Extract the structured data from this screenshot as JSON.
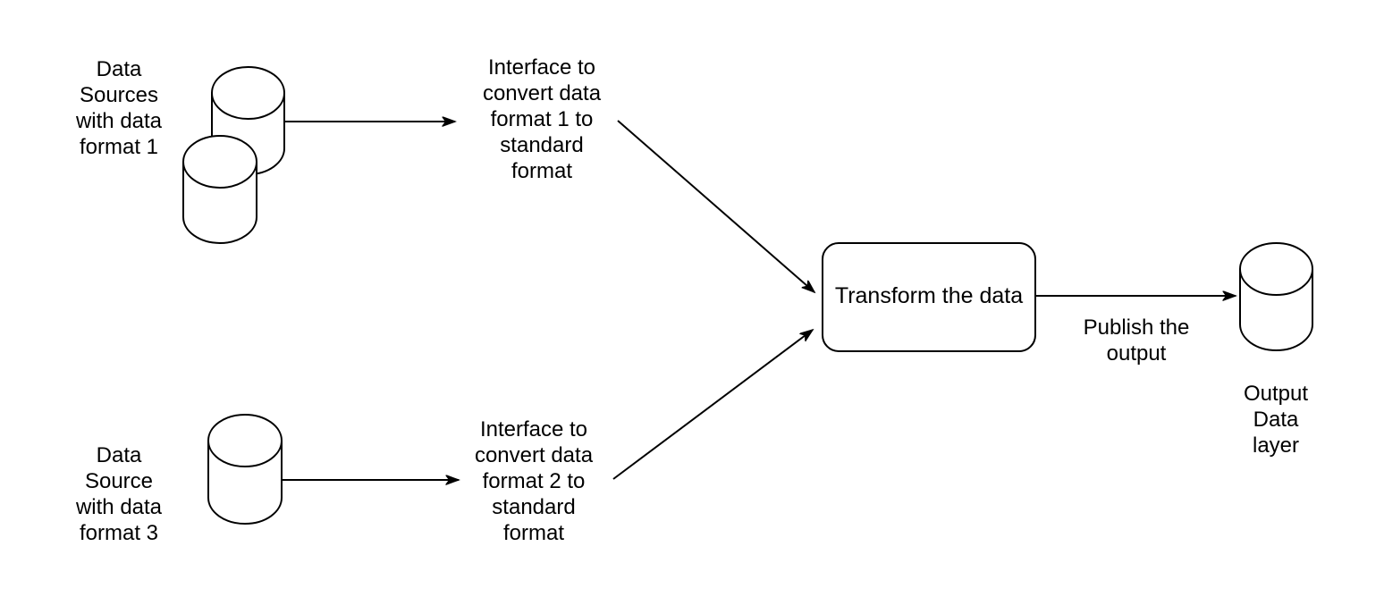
{
  "diagram": {
    "background_color": "#ffffff",
    "line_color": "#000000",
    "nodes": {
      "source_format1": {
        "shape": "cylinder-pair",
        "label": "Data\nSources\nwith data\nformat 1"
      },
      "interface_format1": {
        "shape": "text",
        "label": "Interface to\nconvert data\nformat 1 to\nstandard\nformat"
      },
      "source_format3": {
        "shape": "cylinder",
        "label": "Data\nSource\nwith data\nformat 3"
      },
      "interface_format2": {
        "shape": "text",
        "label": "Interface to\nconvert data\nformat 2 to\nstandard\nformat"
      },
      "transform": {
        "shape": "rounded-rectangle",
        "label": "Transform the data"
      },
      "output": {
        "shape": "cylinder",
        "label": "Output Data\nlayer"
      }
    },
    "edges": [
      {
        "from": "source_format1",
        "to": "interface_format1",
        "label": ""
      },
      {
        "from": "interface_format1",
        "to": "transform",
        "label": ""
      },
      {
        "from": "source_format3",
        "to": "interface_format2",
        "label": ""
      },
      {
        "from": "interface_format2",
        "to": "transform",
        "label": ""
      },
      {
        "from": "transform",
        "to": "output",
        "label": "Publish the\noutput"
      }
    ]
  }
}
